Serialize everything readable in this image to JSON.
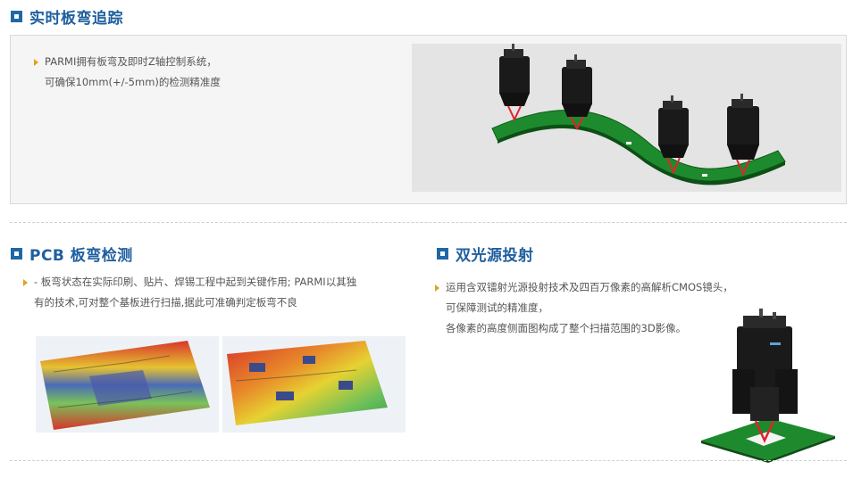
{
  "section1": {
    "title": "实时板弯追踪",
    "lines": [
      "PARMI拥有板弯及即时Z轴控制系统，",
      "可确保10mm(+/-5mm)的检测精准度"
    ]
  },
  "section2": {
    "title": "PCB 板弯检测",
    "lines": [
      "- 板弯状态在实际印刷、贴片、焊锡工程中起到关键作用; PARMI以其独",
      "有的技术,可对整个基板进行扫描,据此可准确判定板弯不良"
    ]
  },
  "section3": {
    "title": "双光源投射",
    "lines": [
      "运用含双镭射光源投射技术及四百万像素的高解析CMOS镜头，",
      "可保障测试的精准度，",
      "各像素的高度侧面图构成了整个扫描范围的3D影像。"
    ]
  },
  "colors": {
    "accent": "#1f5f9e",
    "bullet": "#e0a21a",
    "pcb_green": "#1e8a2e",
    "laser": "#e0242a"
  },
  "icons": [
    "section-square-icon",
    "bullet-triangle-icon"
  ]
}
